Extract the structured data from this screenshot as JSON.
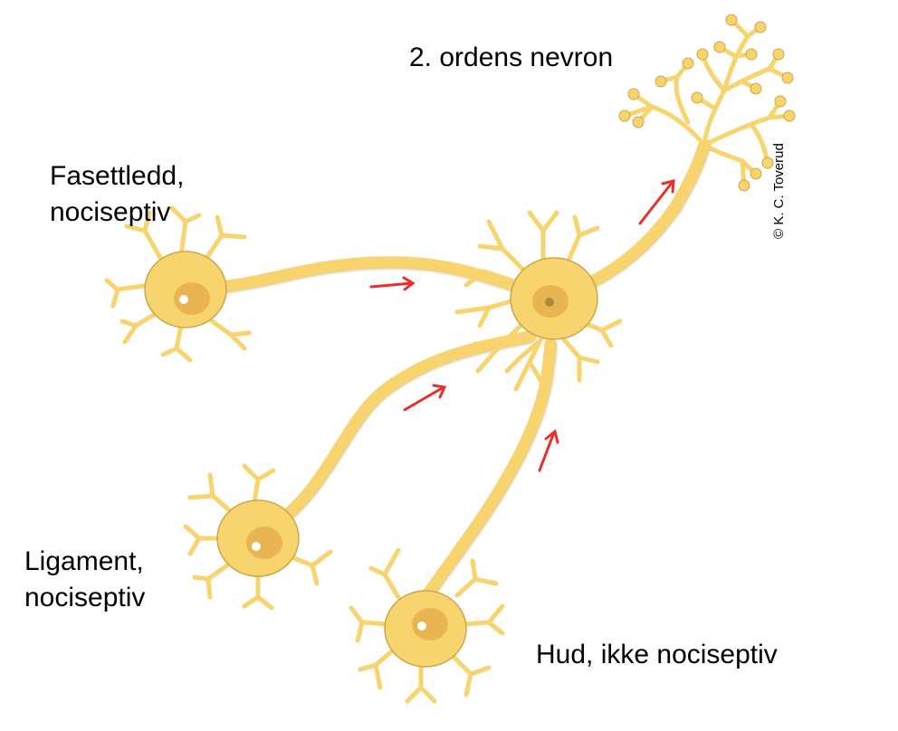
{
  "labels": {
    "second_order": "2. ordens nevron",
    "facet_line1": "Fasettledd,",
    "facet_line2": "nociseptiv",
    "ligament_line1": "Ligament,",
    "ligament_line2": "nociseptiv",
    "skin": "Hud, ikke nociseptiv",
    "copyright": "© K. C. Toverud"
  },
  "colors": {
    "neuron_fill": "#f7d46e",
    "neuron_outline": "#c9a84a",
    "nucleus": "#e9b452",
    "arrow": "#e8302a"
  }
}
